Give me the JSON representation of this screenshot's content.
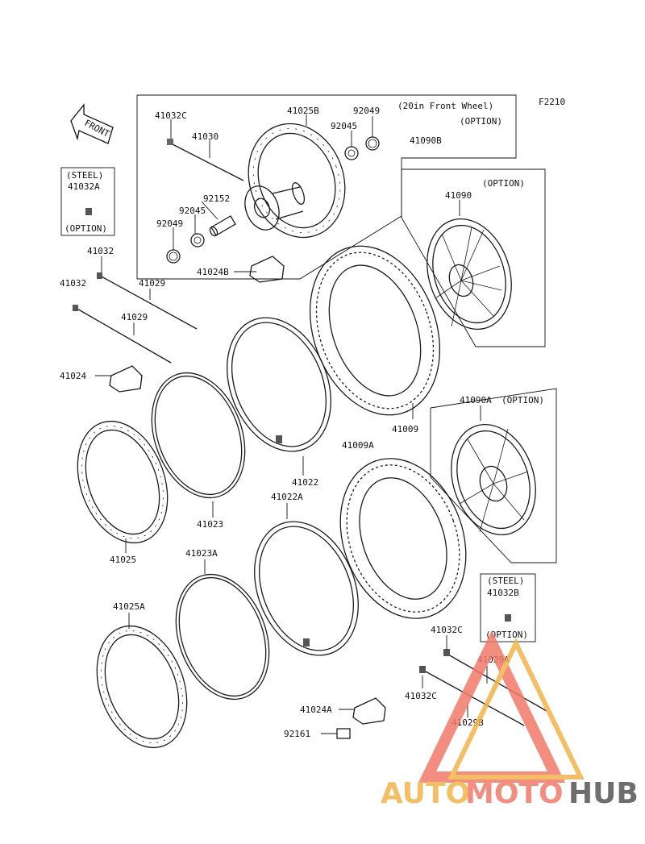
{
  "diagram_id": "F2210",
  "front_arrow_label": "FRONT",
  "option_box_title_line1": "(20in Front Wheel)",
  "option_box_title_line2": "(OPTION)",
  "steel_label": "(STEEL)",
  "option_label": "(OPTION)",
  "parts": {
    "p41032C_top": "41032C",
    "p41025B": "41025B",
    "p92049_top": "92049",
    "p92045_top": "92045",
    "p41030": "41030",
    "p41090B": "41090B",
    "p92152": "92152",
    "p92045_bot": "92045",
    "p92049_bot": "92049",
    "p41024B": "41024B",
    "p41032A": "41032A",
    "p41090": "41090",
    "p41032_a": "41032",
    "p41032_b": "41032",
    "p41029_a": "41029",
    "p41029_b": "41029",
    "p41024": "41024",
    "p41009": "41009",
    "p41009A": "41009A",
    "p41090A": "41090A",
    "p41022": "41022",
    "p41022A": "41022A",
    "p41023": "41023",
    "p41025": "41025",
    "p41023A": "41023A",
    "p41025A": "41025A",
    "p41032B": "41032B",
    "p41032C_a": "41032C",
    "p41032C_b": "41032C",
    "p41029A": "41029A",
    "p41029B": "41029B",
    "p41024A": "41024A",
    "p92161": "92161"
  },
  "watermark": {
    "part1": "AUTO",
    "part2": "MOTO",
    "part3": "HUB",
    "color1": "#f2b34a",
    "color2": "#f07a6a",
    "color3": "#555555"
  }
}
